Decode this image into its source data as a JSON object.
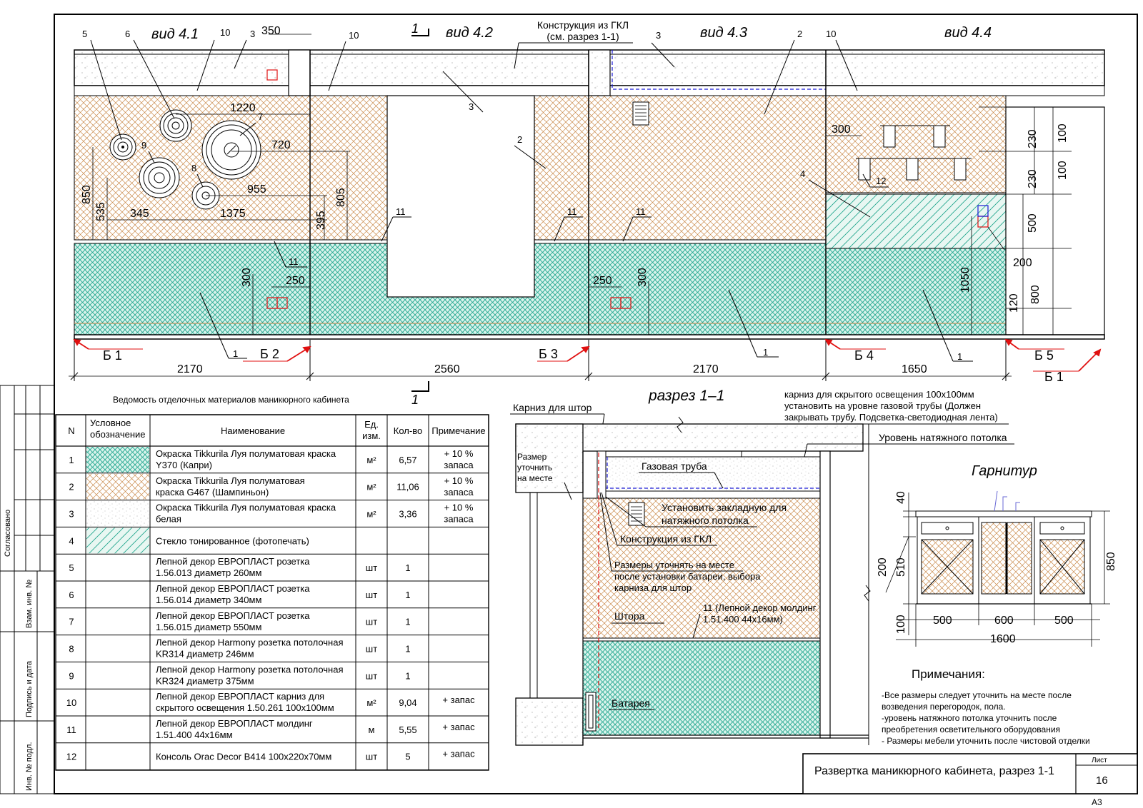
{
  "views": {
    "v41": "вид 4.1",
    "v42": "вид 4.2",
    "v43": "вид 4.3",
    "v44": "вид 4.4",
    "section_mark": "1"
  },
  "elevation_labels": {
    "gkl_line1": "Конструкция из ГКЛ",
    "gkl_line2": "(см. разрез 1-1)"
  },
  "dimensions": {
    "d350": "350",
    "d1220": "1220",
    "d720": "720",
    "d955": "955",
    "d1375": "1375",
    "d345": "345",
    "d850": "850",
    "d535": "535",
    "d805": "805",
    "d395": "395",
    "d300a": "300",
    "d250a": "250",
    "d250b": "250",
    "d300b": "300",
    "d300c": "300",
    "d230a": "230",
    "d230b": "230",
    "d100a": "100",
    "d100b": "100",
    "d500": "500",
    "d200": "200",
    "d1050": "1050",
    "d800": "800",
    "d120": "120",
    "bottom": [
      "2170",
      "2560",
      "2170",
      "1650"
    ]
  },
  "callouts": {
    "c1": "1",
    "c2": "2",
    "c3": "3",
    "c4": "4",
    "c5": "5",
    "c6": "6",
    "c7": "7",
    "c8": "8",
    "c9": "9",
    "c10": "10",
    "c11": "11",
    "c12": "12"
  },
  "section_marks": [
    "Б 1",
    "Б 2",
    "Б 3",
    "Б 4",
    "Б 5",
    "Б 1"
  ],
  "table": {
    "title": "Ведомость отделочных материалов маникюрного кабинета",
    "headers": [
      "N",
      "Условное обозначение",
      "Наименование",
      "Ед. изм.",
      "Кол-во",
      "Примечание"
    ],
    "header_lines": {
      "symbol": [
        "Условное",
        "обозначение"
      ],
      "unit": [
        "Ед.",
        "изм."
      ]
    },
    "rows": [
      {
        "n": "1",
        "name": [
          "Окраска Tikkurila Луя полуматовая краска",
          "Y370 (Капри)"
        ],
        "unit": "м²",
        "qty": "6,57",
        "note": [
          "+ 10 %",
          "запаса"
        ],
        "swatch": "teal"
      },
      {
        "n": "2",
        "name": [
          "Окраска Tikkurila Луя полуматовая",
          "краска G467 (Шампиньон)"
        ],
        "unit": "м²",
        "qty": "11,06",
        "note": [
          "+ 10 %",
          "запаса"
        ],
        "swatch": "orange"
      },
      {
        "n": "3",
        "name": [
          "Окраска Tikkurila Луя полуматовая краска",
          "белая"
        ],
        "unit": "м²",
        "qty": "3,36",
        "note": [
          "+ 10 %",
          "запаса"
        ],
        "swatch": "dots"
      },
      {
        "n": "4",
        "name": [
          "Стекло тонированное (фотопечать)"
        ],
        "unit": "",
        "qty": "",
        "note": [],
        "swatch": "glass"
      },
      {
        "n": "5",
        "name": [
          "Лепной декор ЕВРОПЛАСТ розетка",
          "1.56.013 диаметр 260мм"
        ],
        "unit": "шт",
        "qty": "1",
        "note": [],
        "swatch": ""
      },
      {
        "n": "6",
        "name": [
          "Лепной декор ЕВРОПЛАСТ розетка",
          "1.56.014 диаметр 340мм"
        ],
        "unit": "шт",
        "qty": "1",
        "note": [],
        "swatch": ""
      },
      {
        "n": "7",
        "name": [
          "Лепной декор ЕВРОПЛАСТ розетка",
          "1.56.015 диаметр 550мм"
        ],
        "unit": "шт",
        "qty": "1",
        "note": [],
        "swatch": ""
      },
      {
        "n": "8",
        "name": [
          "Лепной декор Harmony розетка потолочная",
          "KR314 диаметр 246мм"
        ],
        "unit": "шт",
        "qty": "1",
        "note": [],
        "swatch": ""
      },
      {
        "n": "9",
        "name": [
          "Лепной декор Harmony розетка потолочная",
          "KR324 диаметр 375мм"
        ],
        "unit": "шт",
        "qty": "1",
        "note": [],
        "swatch": ""
      },
      {
        "n": "10",
        "name": [
          "Лепной декор ЕВРОПЛАСТ карниз для",
          "скрытого освещения 1.50.261 100х100мм"
        ],
        "unit": "м²",
        "qty": "9,04",
        "note": [
          "+ запас"
        ],
        "swatch": ""
      },
      {
        "n": "11",
        "name": [
          "Лепной декор ЕВРОПЛАСТ молдинг",
          "1.51.400 44х16мм"
        ],
        "unit": "м",
        "qty": "5,55",
        "note": [
          "+ запас"
        ],
        "swatch": ""
      },
      {
        "n": "12",
        "name": [
          "Консоль  Orac Decor B414 100x220x70мм"
        ],
        "unit": "шт",
        "qty": "5",
        "note": [
          "+ запас"
        ],
        "swatch": ""
      }
    ]
  },
  "section": {
    "title": "разрез 1–1",
    "cornice_note": [
      "карниз для скрытого освещения 100х100мм",
      "установить на уровне газовой трубы (Должен",
      "закрывать трубу. Подсветка-светодиодная лента)"
    ],
    "curtain_rod": "Карниз для штор",
    "ceiling_level": "Уровень натяжного потолка",
    "size_onsite": [
      "Размер",
      "уточнить",
      "на месте"
    ],
    "gas_pipe": "Газовая труба",
    "embed": [
      "Установить закладную для",
      "натяжного потолка"
    ],
    "gkl": "Конструкция из ГКЛ",
    "sizes_note": [
      "Размеры уточнять на месте",
      "после установки батареи, выбора",
      "карниза для штор"
    ],
    "curtain": "Штора",
    "molding": [
      "11 (Лепной декор молдинг",
      "1.51.400 44х16мм)"
    ],
    "battery": "Батарея"
  },
  "furniture": {
    "title": "Гарнитур",
    "dims": {
      "d40": "40",
      "d200": "200",
      "d510": "510",
      "d100": "100",
      "d850": "850",
      "d500a": "500",
      "d600": "600",
      "d500b": "500",
      "d1600": "1600"
    }
  },
  "notes": {
    "title": "Примечания:",
    "lines": [
      "-Все размеры следует уточнить на месте после",
      "возведения перегородок, пола.",
      "-уровень натяжного потолка уточнить после",
      "преобретения осветительного оборудования",
      "- Размеры мебели уточнить после чистовой отделки"
    ]
  },
  "titleblock": {
    "title": "Развертка маникюрного кабинета, разрез 1-1",
    "sheet_label": "Лист",
    "sheet_no": "16",
    "format": "А3"
  },
  "side_stamp": {
    "agreed": "Согласовано",
    "inv_vzam": "Взам. инв. №",
    "sign_date": "Подпись и дата",
    "inv_orig": "Инв. № подл."
  },
  "colors": {
    "teal": "#1aa38a",
    "orange": "#c98a4b",
    "red": "#e01010",
    "blue": "#1a1ad6",
    "line": "#000000"
  }
}
